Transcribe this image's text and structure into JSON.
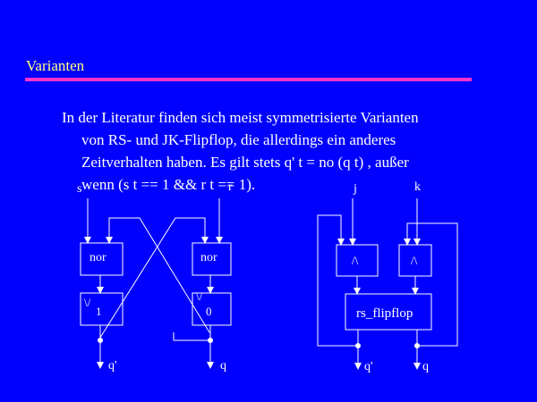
{
  "slide": {
    "title": "Varianten",
    "paragraph": [
      "In der Literatur finden sich meist symmetrisierte Varianten",
      "von RS- und JK-Flipflop, die allerdings ein anderes",
      "Zeitverhalten haben. Es gilt stets q' t = no (q t) , außer",
      "wenn (s t == 1 && r t == 1)."
    ]
  },
  "rs_circuit": {
    "input_s": "s",
    "input_r": "r",
    "gate_left": "nor",
    "gate_right": "nor",
    "delay_left_symbol": "\\/",
    "delay_left_value": "1",
    "delay_right_symbol": "\\/",
    "delay_right_value": "0",
    "output_left": "q'",
    "output_right": "q"
  },
  "jk_circuit": {
    "input_j": "j",
    "input_k": "k",
    "and_left": "/\\",
    "and_right": "/\\",
    "flipflop_label": "rs_flipflop",
    "output_left": "q'",
    "output_right": "q"
  },
  "colors": {
    "background": "#0000ff",
    "title": "#ffff80",
    "rule": "#ff33cc",
    "foreground": "#ffffff"
  }
}
